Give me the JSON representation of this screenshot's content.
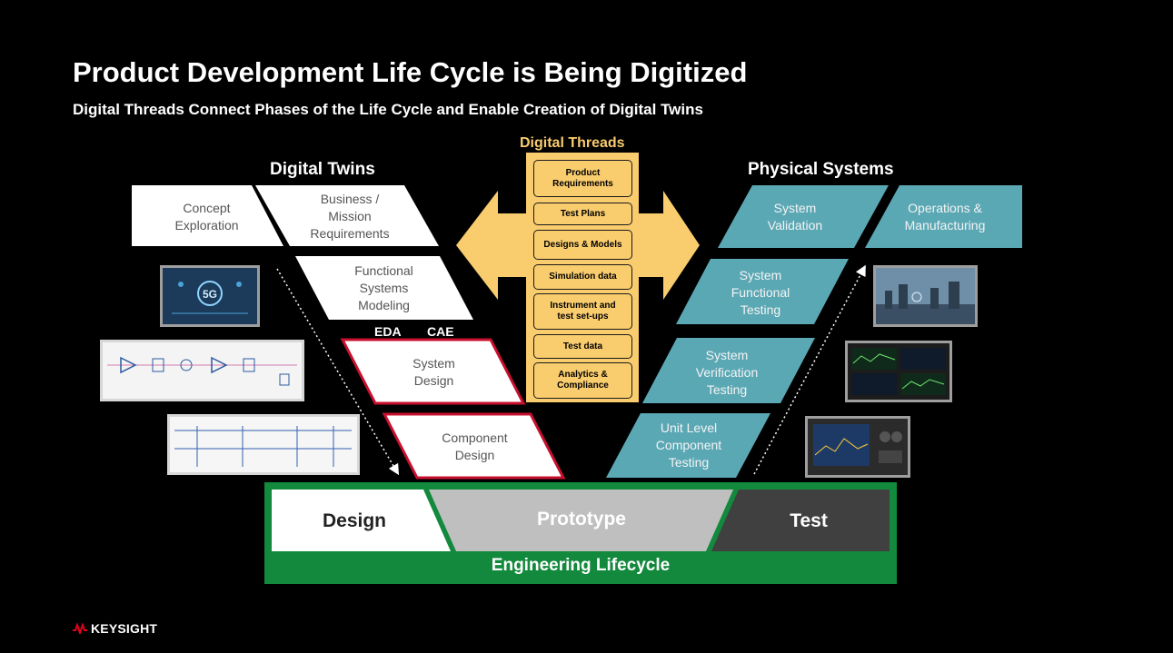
{
  "title": "Product Development Life Cycle is Being Digitized",
  "subtitle": "Digital Threads Connect Phases of the Life Cycle and Enable Creation of Digital Twins",
  "headers": {
    "digital_threads": "Digital Threads",
    "digital_twins": "Digital Twins",
    "physical_systems": "Physical Systems"
  },
  "design_side": {
    "concept": "Concept\nExploration",
    "business": "Business /\nMission\nRequirements",
    "functional": "Functional\nSystems\nModeling",
    "eda": "EDA",
    "cae": "CAE",
    "system_design": "System\nDesign",
    "component_design": "Component\nDesign"
  },
  "threads": [
    "Product\nRequirements",
    "Test Plans",
    "Designs & Models",
    "Simulation data",
    "Instrument and\ntest set-ups",
    "Test data",
    "Analytics &\nCompliance"
  ],
  "test_side": {
    "system_validation": "System\nValidation",
    "operations": "Operations &\nManufacturing",
    "functional_testing": "System\nFunctional\nTesting",
    "verification_testing": "System\nVerification\nTesting",
    "unit_testing": "Unit Level\nComponent\nTesting"
  },
  "lifecycle": {
    "design": "Design",
    "prototype": "Prototype",
    "test": "Test",
    "label": "Engineering Lifecycle"
  },
  "brand": "KEYSIGHT",
  "colors": {
    "teal": "#5ba8b5",
    "thread_yellow": "#f9cc6e",
    "red_outline": "#c8102e",
    "green": "#12893c",
    "brand_red": "#e0001b"
  }
}
